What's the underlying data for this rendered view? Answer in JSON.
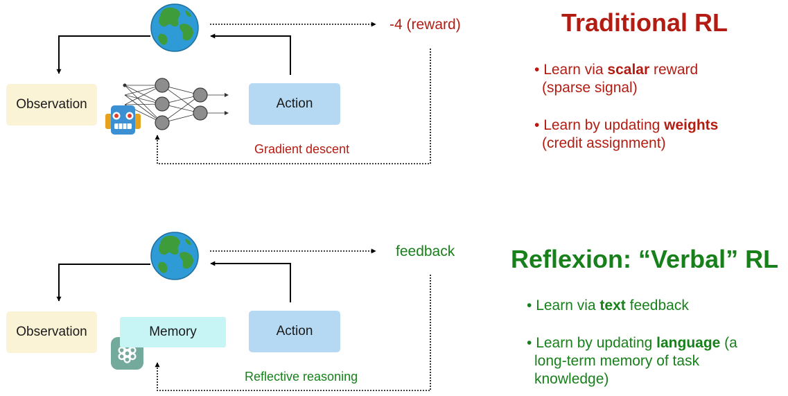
{
  "colors": {
    "traditional": "#b31c12",
    "reflexion": "#17801a",
    "observation_fill": "#fbf3d6",
    "action_fill": "#b5d8f3",
    "memory_fill": "#c7f4f5"
  },
  "icons": {
    "environment": "globe-icon",
    "agent_traditional": "robot-icon",
    "policy": "neural-network-icon",
    "agent_reflexion": "chatgpt-logo-icon"
  },
  "traditional": {
    "title": "Traditional RL",
    "observation": "Observation",
    "action": "Action",
    "reward": "-4 (reward)",
    "update": "Gradient descent",
    "bullets": [
      {
        "pre": "Learn via ",
        "bold": "scalar",
        "post": " reward",
        "cont": "(sparse signal)"
      },
      {
        "pre": "Learn by updating ",
        "bold": "weights",
        "post": "",
        "cont": "(credit assignment)"
      }
    ]
  },
  "reflexion": {
    "title": "Reflexion: “Verbal” RL",
    "observation": "Observation",
    "memory": "Memory",
    "action": "Action",
    "feedback": "feedback",
    "update": "Reflective reasoning",
    "bullets": [
      {
        "pre": "Learn via ",
        "bold": "text",
        "post": " feedback",
        "cont": ""
      },
      {
        "pre": "Learn by updating ",
        "bold": "language",
        "post": " (a",
        "cont": "long-term memory of task knowledge)"
      }
    ]
  }
}
